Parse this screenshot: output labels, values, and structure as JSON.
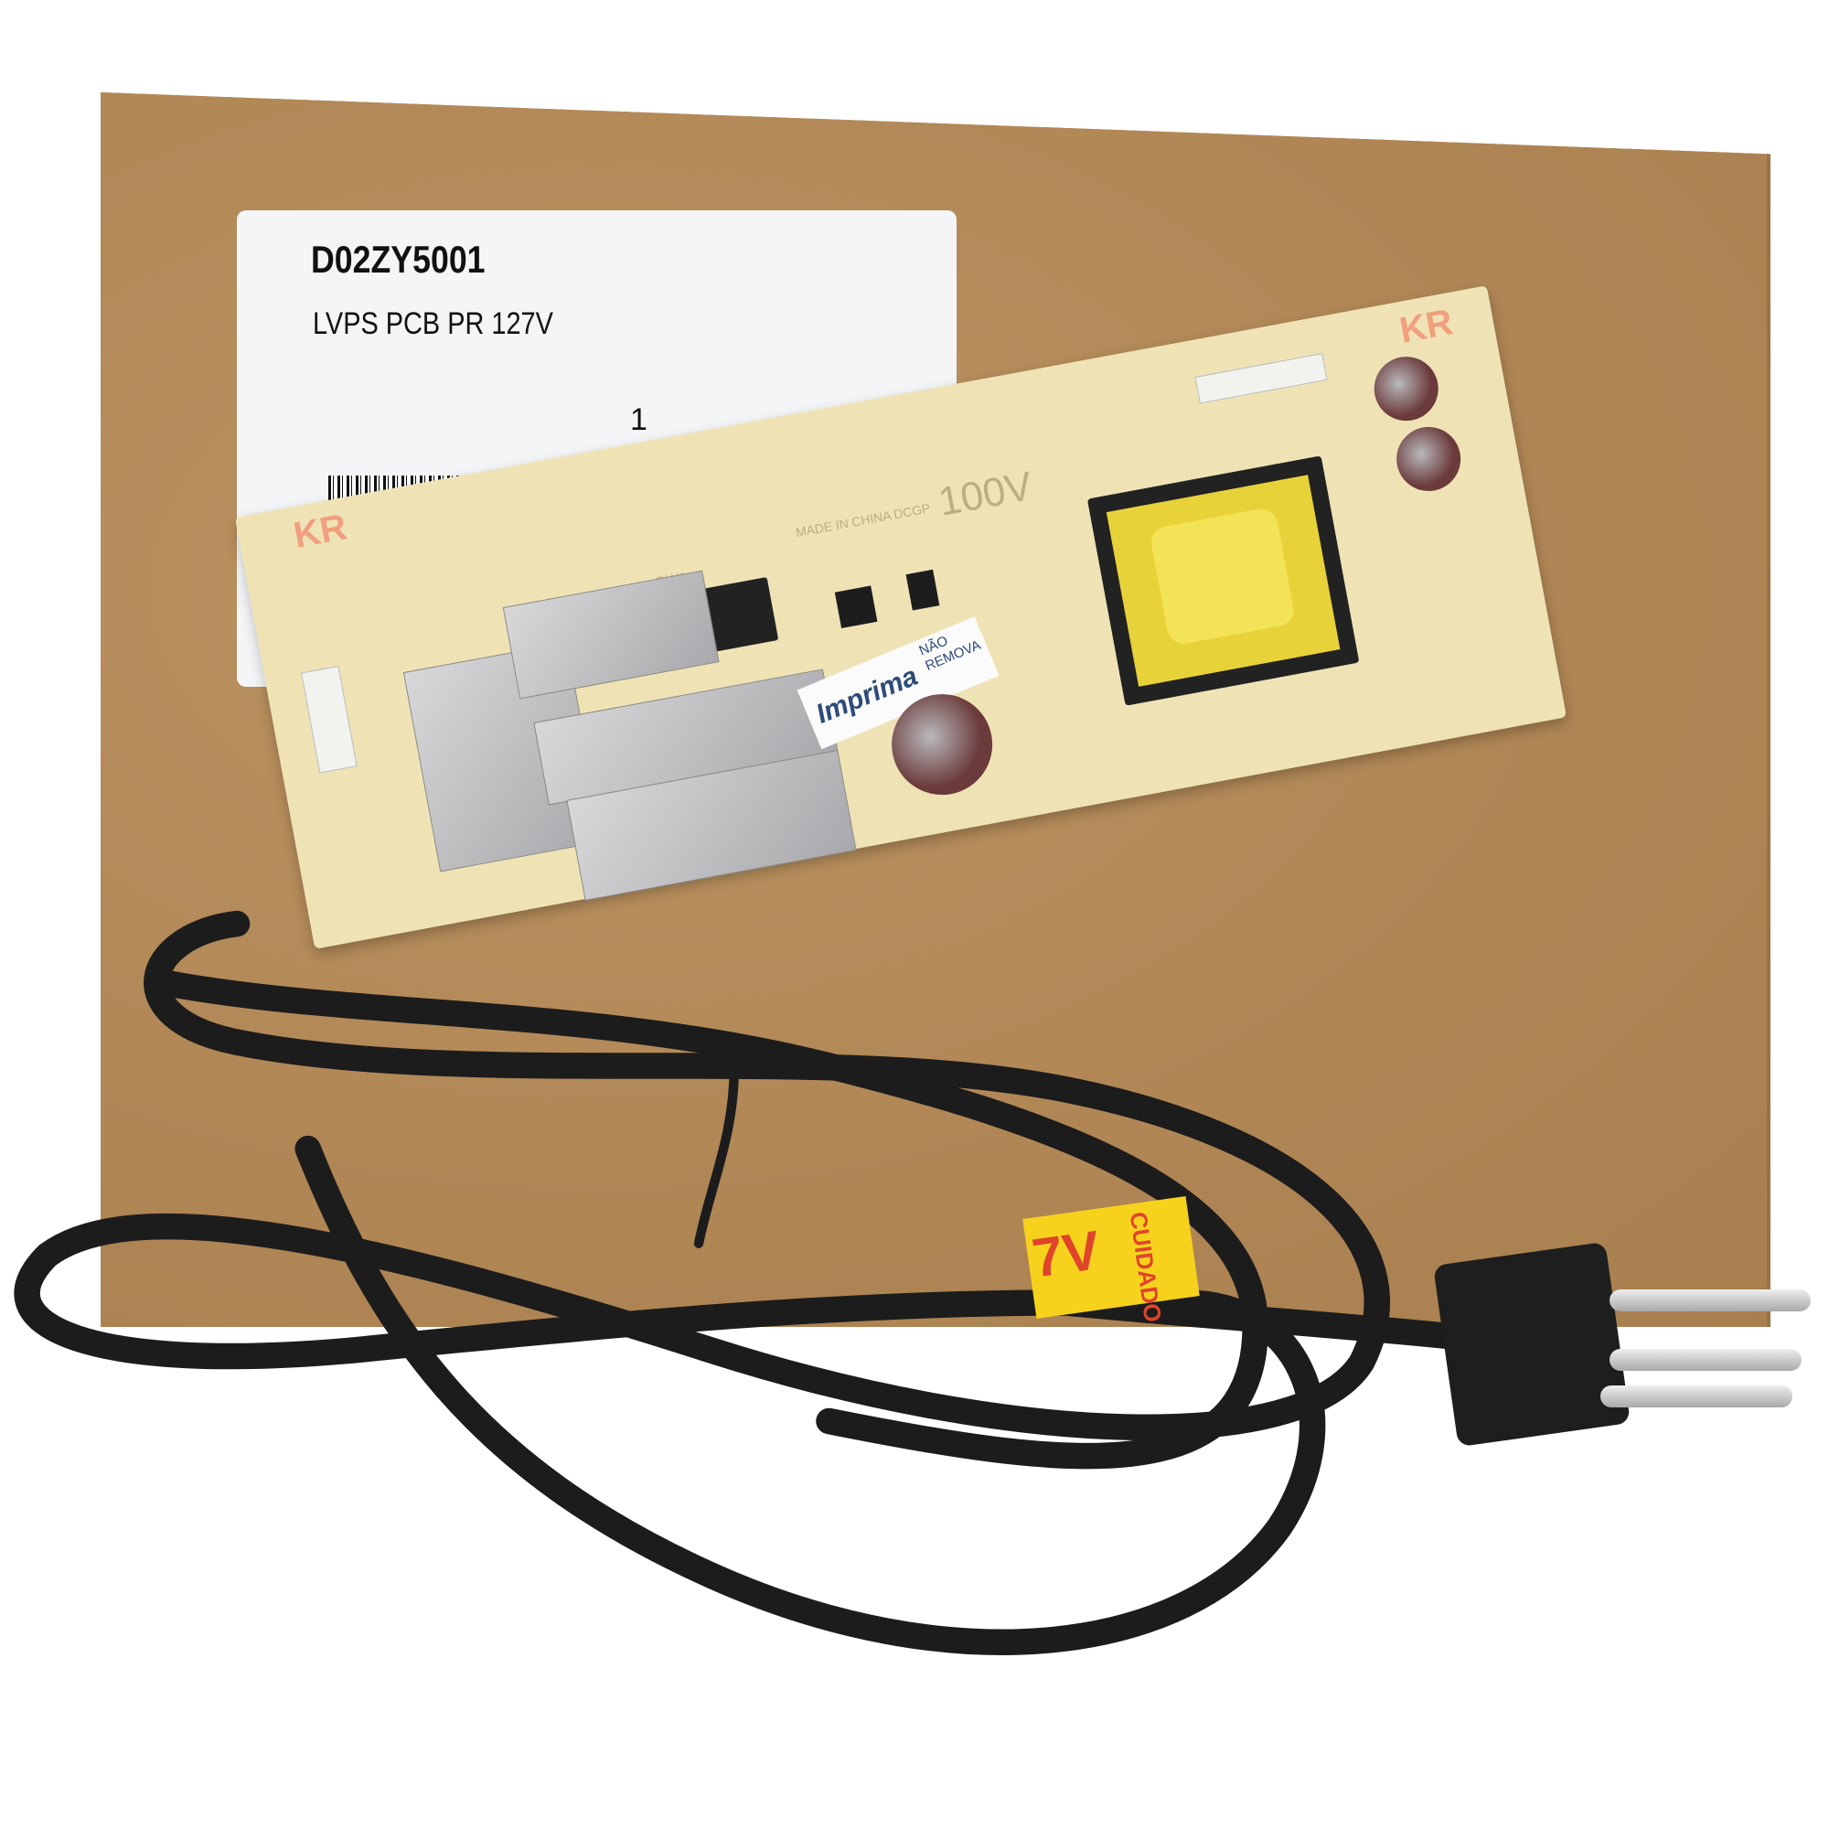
{
  "label": {
    "part_number": "D02ZY5001",
    "description": "LVPS PCB PR 127V",
    "quantity": "1"
  },
  "pcb": {
    "voltage_marking": "100V",
    "made_in": "MADE IN CHINA DCGP",
    "kr_mark": "KR",
    "relay_ref": "RLY1"
  },
  "sticker": {
    "brand": "Imprima",
    "warning": "NÃO REMOVA"
  },
  "cord_tag": {
    "voltage": "7V",
    "warning": "CUIDADO"
  },
  "colors": {
    "cardboard": "#b28a58",
    "pcb": "#efe3b6",
    "cable": "#1c1c1c",
    "tag": "#f6d21d"
  }
}
